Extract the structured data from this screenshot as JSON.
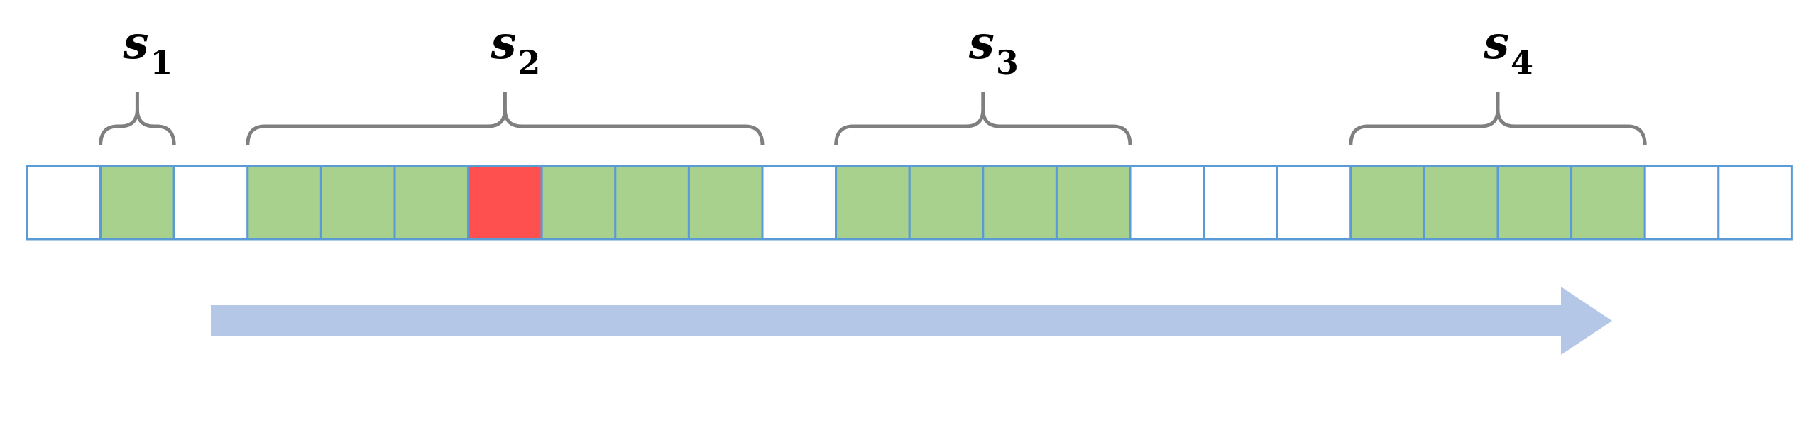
{
  "colors": {
    "empty": "#ffffff",
    "filled": "#a9d18e",
    "highlight": "#ff5050",
    "cell_border": "#5b9bd5",
    "brace": "#7f7f7f",
    "arrow": "#b4c7e7"
  },
  "cells": [
    "empty",
    "filled",
    "empty",
    "filled",
    "filled",
    "filled",
    "highlight",
    "filled",
    "filled",
    "filled",
    "empty",
    "filled",
    "filled",
    "filled",
    "filled",
    "empty",
    "empty",
    "empty",
    "filled",
    "filled",
    "filled",
    "filled",
    "empty",
    "empty"
  ],
  "segments": [
    {
      "letter": "s",
      "subscript": "1",
      "start": 1,
      "end": 1
    },
    {
      "letter": "s",
      "subscript": "2",
      "start": 3,
      "end": 9
    },
    {
      "letter": "s",
      "subscript": "3",
      "start": 11,
      "end": 14
    },
    {
      "letter": "s",
      "subscript": "4",
      "start": 18,
      "end": 21
    }
  ],
  "arrow": {
    "direction": "right"
  }
}
